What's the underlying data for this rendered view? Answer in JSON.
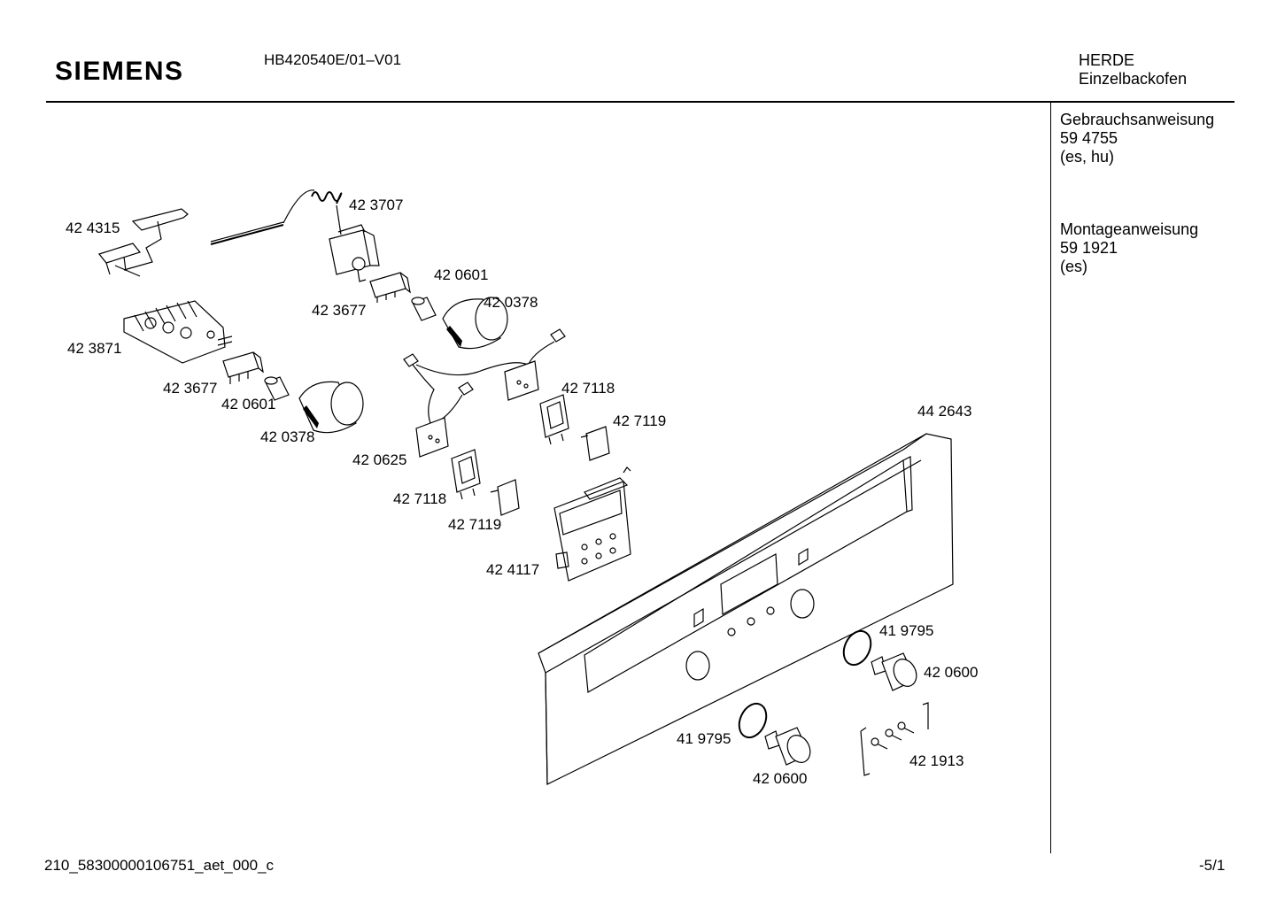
{
  "header": {
    "brand": "SIEMENS",
    "model": "HB420540E/01–V01",
    "category_line1": "HERDE",
    "category_line2": "Einzelbackofen"
  },
  "documents": [
    {
      "title": "Gebrauchsanweisung",
      "number": "59 4755",
      "languages": "(es, hu)"
    },
    {
      "title": "Montageanweisung",
      "number": "59 1921",
      "languages": "(es)"
    }
  ],
  "parts": {
    "p424315": "42 4315",
    "p423707": "42 3707",
    "p420601a": "42 0601",
    "p423677a": "42 3677",
    "p420378a": "42 0378",
    "p423871": "42 3871",
    "p423677b": "42 3677",
    "p420601b": "42 0601",
    "p427118a": "42 7118",
    "p427119a": "42 7119",
    "p442643": "44 2643",
    "p420378b": "42 0378",
    "p420625": "42 0625",
    "p427118b": "42 7118",
    "p427119b": "42 7119",
    "p424117": "42 4117",
    "p419795a": "41 9795",
    "p420600a": "42 0600",
    "p419795b": "41 9795",
    "p421913": "42 1913",
    "p420600b": "42 0600"
  },
  "footer": {
    "drawing_id": "210_58300000106751_aet_000_c",
    "page": "-5/1"
  }
}
